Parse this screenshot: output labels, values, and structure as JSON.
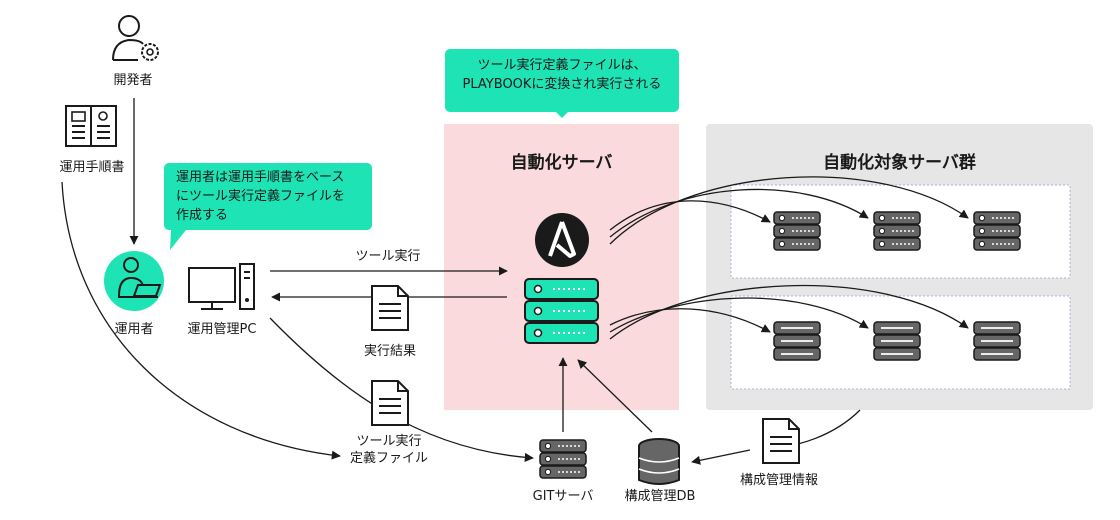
{
  "actors": {
    "developer": "開発者",
    "manual": "運用手順書",
    "operator": "運用者",
    "operator_pc": "運用管理PC"
  },
  "callouts": {
    "operator_note": [
      "運用者は運用手順書をベース",
      "にツール実行定義ファイルを",
      "作成する"
    ],
    "playbook_note": [
      "ツール実行定義ファイルは、",
      "PLAYBOOKに変換され実行される"
    ]
  },
  "panels": {
    "automation_server": "自動化サーバ",
    "target_servers": "自動化対象サーバ群"
  },
  "flows": {
    "tool_exec": "ツール実行",
    "exec_result": "実行結果",
    "tool_def_file": [
      "ツール実行",
      "定義ファイル"
    ],
    "git_server": "GITサーバ",
    "config_db": "構成管理DB",
    "config_info": "構成管理情報"
  },
  "colors": {
    "accent": "#1de3b5",
    "automation_panel": "#fadadd",
    "target_panel": "#e6e6e6",
    "ink": "#1a1a1a"
  },
  "icons": [
    "person-gear-icon",
    "book-icon",
    "operator-laptop-icon",
    "desktop-pc-icon",
    "ansible-logo-icon",
    "server-icon",
    "document-icon",
    "database-icon"
  ]
}
